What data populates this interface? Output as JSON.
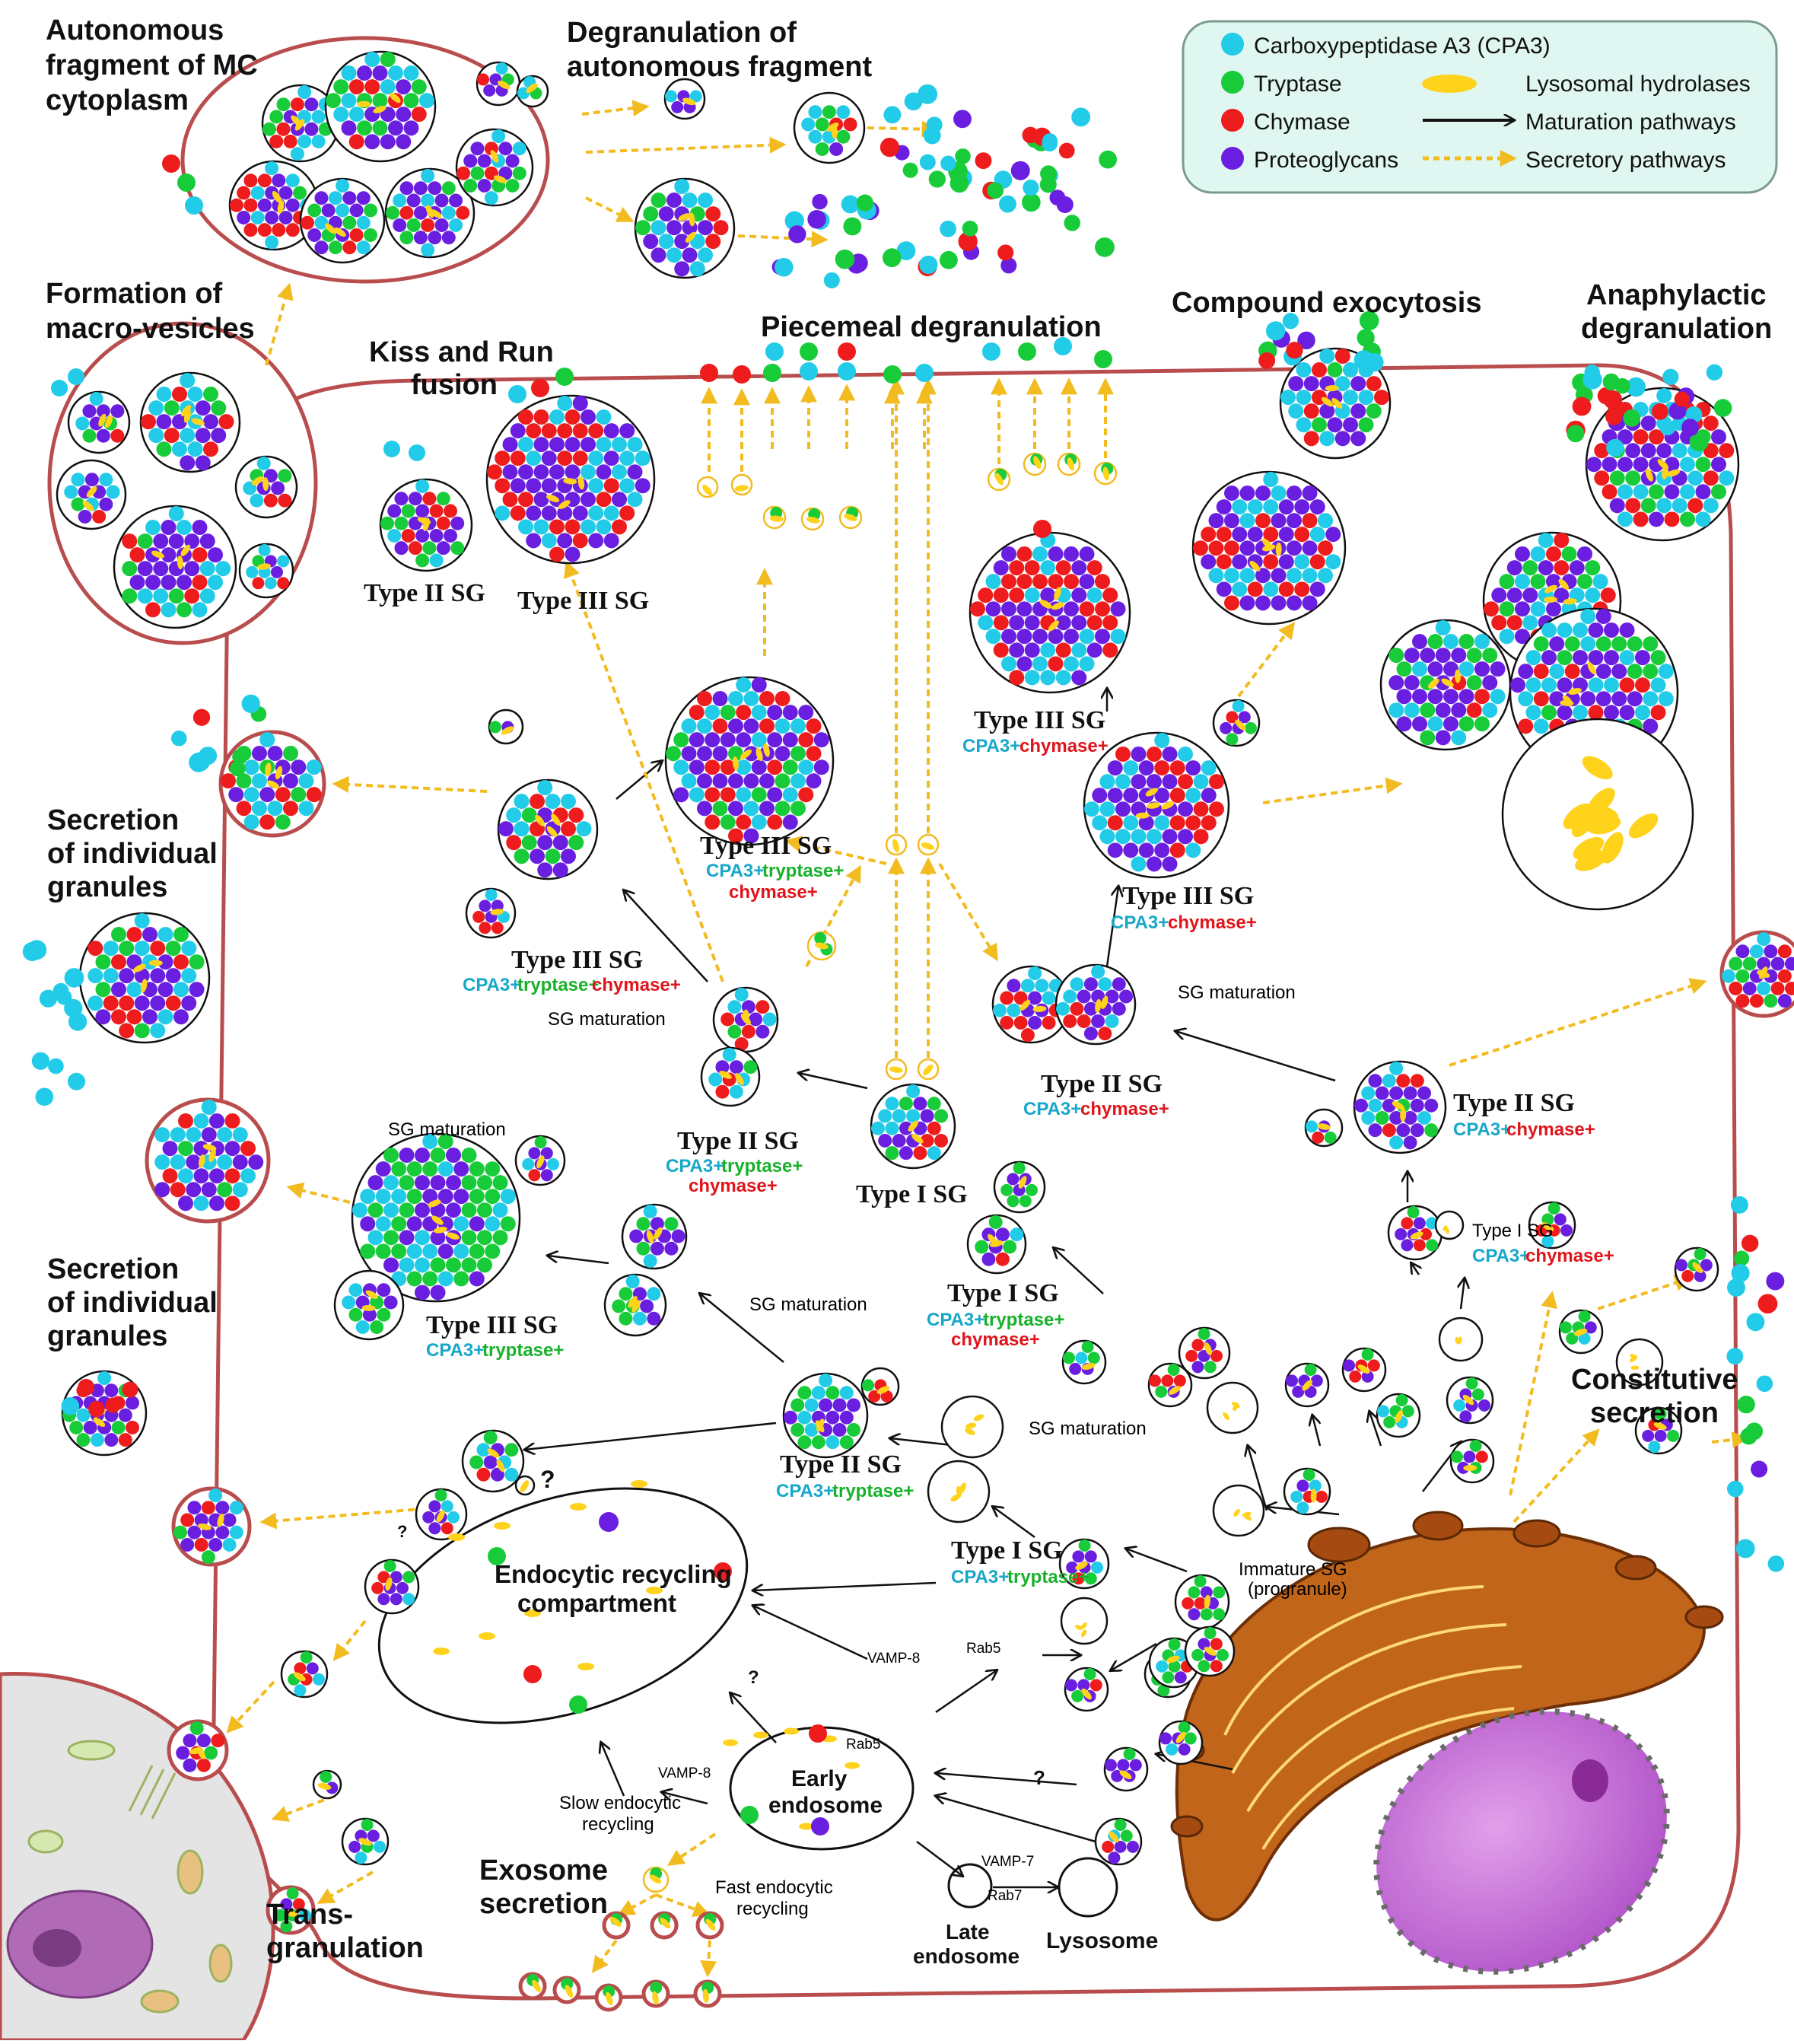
{
  "colors": {
    "cpa3": "#22cbe8",
    "tryptase": "#18cc39",
    "chymase": "#ee1c1c",
    "proteoglycans": "#6a1fe0",
    "lysosomal_hydrolases": "#ffd21c",
    "membrane": "#b94d4d",
    "secretory_arrow": "#f2bb20",
    "legend_bg": "#dff6f1",
    "nucleus": "#c76ad6",
    "golgi": "#c1651a"
  },
  "legend": {
    "cpa3": "Carboxypeptidase A3 (CPA3)",
    "tryptase": "Tryptase",
    "chymase": "Chymase",
    "proteoglycans": "Proteoglycans",
    "lysosomal": "Lysosomal hydrolases",
    "maturation": "Maturation pathways",
    "secretory": "Secretory pathways"
  },
  "titles": {
    "autonomous_l1": "Autonomous",
    "autonomous_l2": "fragment of MC",
    "autonomous_l3": "cytoplasm",
    "degran_auto_l1": "Degranulation of",
    "degran_auto_l2": "autonomous fragment",
    "macro_l1": "Formation of",
    "macro_l2": "macro-vesicles",
    "kiss_l1": "Kiss and Run",
    "kiss_l2": "fusion",
    "piecemeal": "Piecemeal degranulation",
    "compound": "Compound exocytosis",
    "anaphylactic_l1": "Anaphylactic",
    "anaphylactic_l2": "degranulation",
    "secretion_ind_l1": "Secretion",
    "secretion_ind_l2": "of individual",
    "secretion_ind_l3": "granules",
    "constitutive_l1": "Constitutive",
    "constitutive_l2": "secretion",
    "exosome_l1": "Exosome",
    "exosome_l2": "secretion",
    "transgran_l1": "Trans-",
    "transgran_l2": "granulation"
  },
  "granule_labels": {
    "type1": "Type I SG",
    "type1_small": "Type I SG",
    "type2": "Type II SG",
    "type3": "Type III SG"
  },
  "markers": {
    "cpa3": "CPA3+",
    "cpa3_tight": "CPA3+",
    "tryptase": "tryptase+",
    "chymase": "chymase+"
  },
  "small_labels": {
    "sg_maturation": "SG maturation",
    "immature_l1": "Immature SG",
    "immature_l2": "(progranule)",
    "erc_l1": "Endocytic recycling",
    "erc_l2": "compartment",
    "early_l1": "Early",
    "early_l2": "endosome",
    "late_l1": "Late",
    "late_l2": "endosome",
    "lysosome": "Lysosome",
    "slow_l1": "Slow endocytic",
    "slow_l2": "recycling",
    "fast_l1": "Fast endocytic",
    "fast_l2": "recycling",
    "vamp8": "VAMP-8",
    "vamp7": "VAMP-7",
    "rab5": "Rab5",
    "rab7": "Rab7",
    "question": "?"
  }
}
